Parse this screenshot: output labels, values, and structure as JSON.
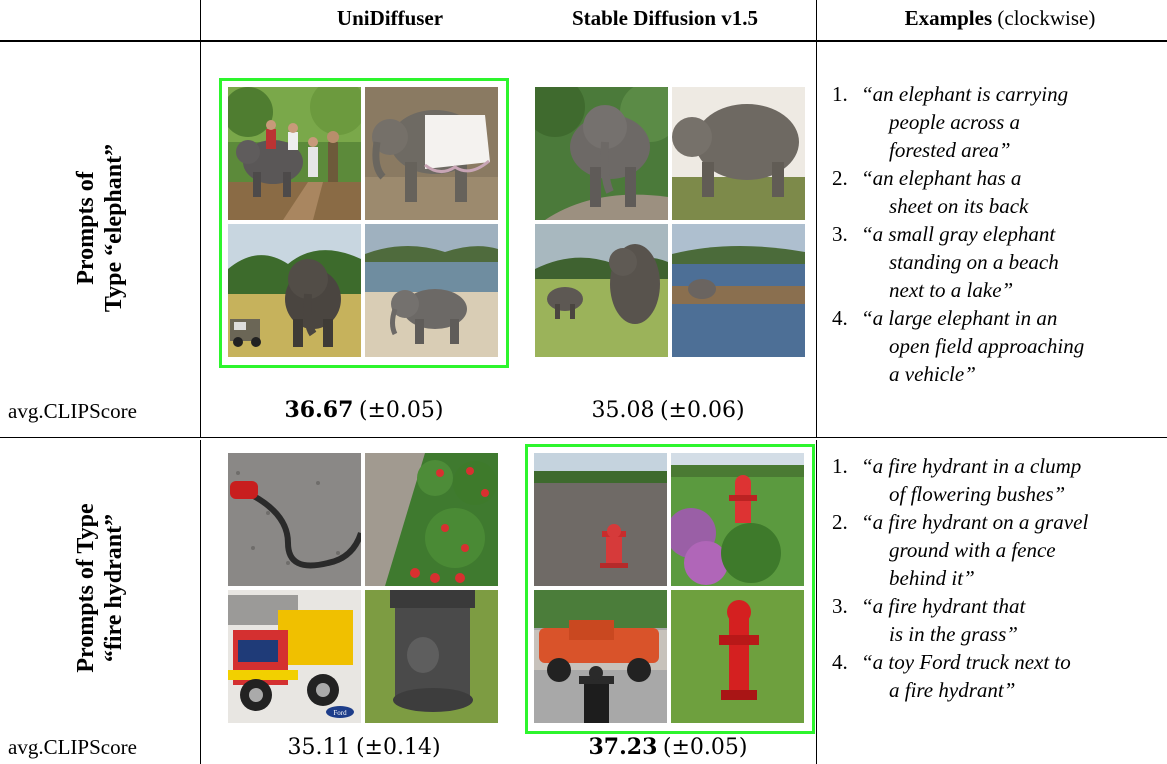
{
  "header": {
    "col1": "UniDiffuser",
    "col2": "Stable Diffusion v1.5",
    "col3_bold": "Examples",
    "col3_rest": " (clockwise)"
  },
  "rows": [
    {
      "label_lines": [
        "Prompts of",
        "Type “elephant”"
      ],
      "score_label": "avg.CLIPScore",
      "unidiffuser_score": "36.67",
      "unidiffuser_pm": "(±0.05)",
      "sd_score": "35.08",
      "sd_pm": "(±0.06)",
      "examples": [
        {
          "num": "1.",
          "lines": [
            "“an elephant is carrying",
            "people across a",
            "forested area”"
          ]
        },
        {
          "num": "2.",
          "lines": [
            "“an elephant has a",
            "sheet on its back"
          ]
        },
        {
          "num": "3.",
          "lines": [
            "“a small gray elephant",
            "standing on a beach",
            "next to a lake”"
          ]
        },
        {
          "num": "4.",
          "lines": [
            "“a large elephant in an",
            "open field approaching",
            "a vehicle”"
          ]
        }
      ]
    },
    {
      "label_lines": [
        "Prompts of Type",
        "“fire hydrant”"
      ],
      "score_label": "avg.CLIPScore",
      "unidiffuser_score": "35.11",
      "unidiffuser_pm": "(±0.14)",
      "sd_score": "37.23",
      "sd_pm": "(±0.05)",
      "examples": [
        {
          "num": "1.",
          "lines": [
            "“a fire hydrant in a clump",
            "of flowering bushes”"
          ]
        },
        {
          "num": "2.",
          "lines": [
            "“a fire hydrant on a gravel",
            "ground with a fence",
            "behind it”"
          ]
        },
        {
          "num": "3.",
          "lines": [
            "“a fire hydrant that",
            "is in the grass”"
          ]
        },
        {
          "num": "4.",
          "lines": [
            "“a toy Ford truck next to",
            "a fire hydrant”"
          ]
        }
      ]
    }
  ],
  "images": {
    "toy_truck_logo": "Ford"
  },
  "colors": {
    "highlight_border": "#2df52d"
  }
}
